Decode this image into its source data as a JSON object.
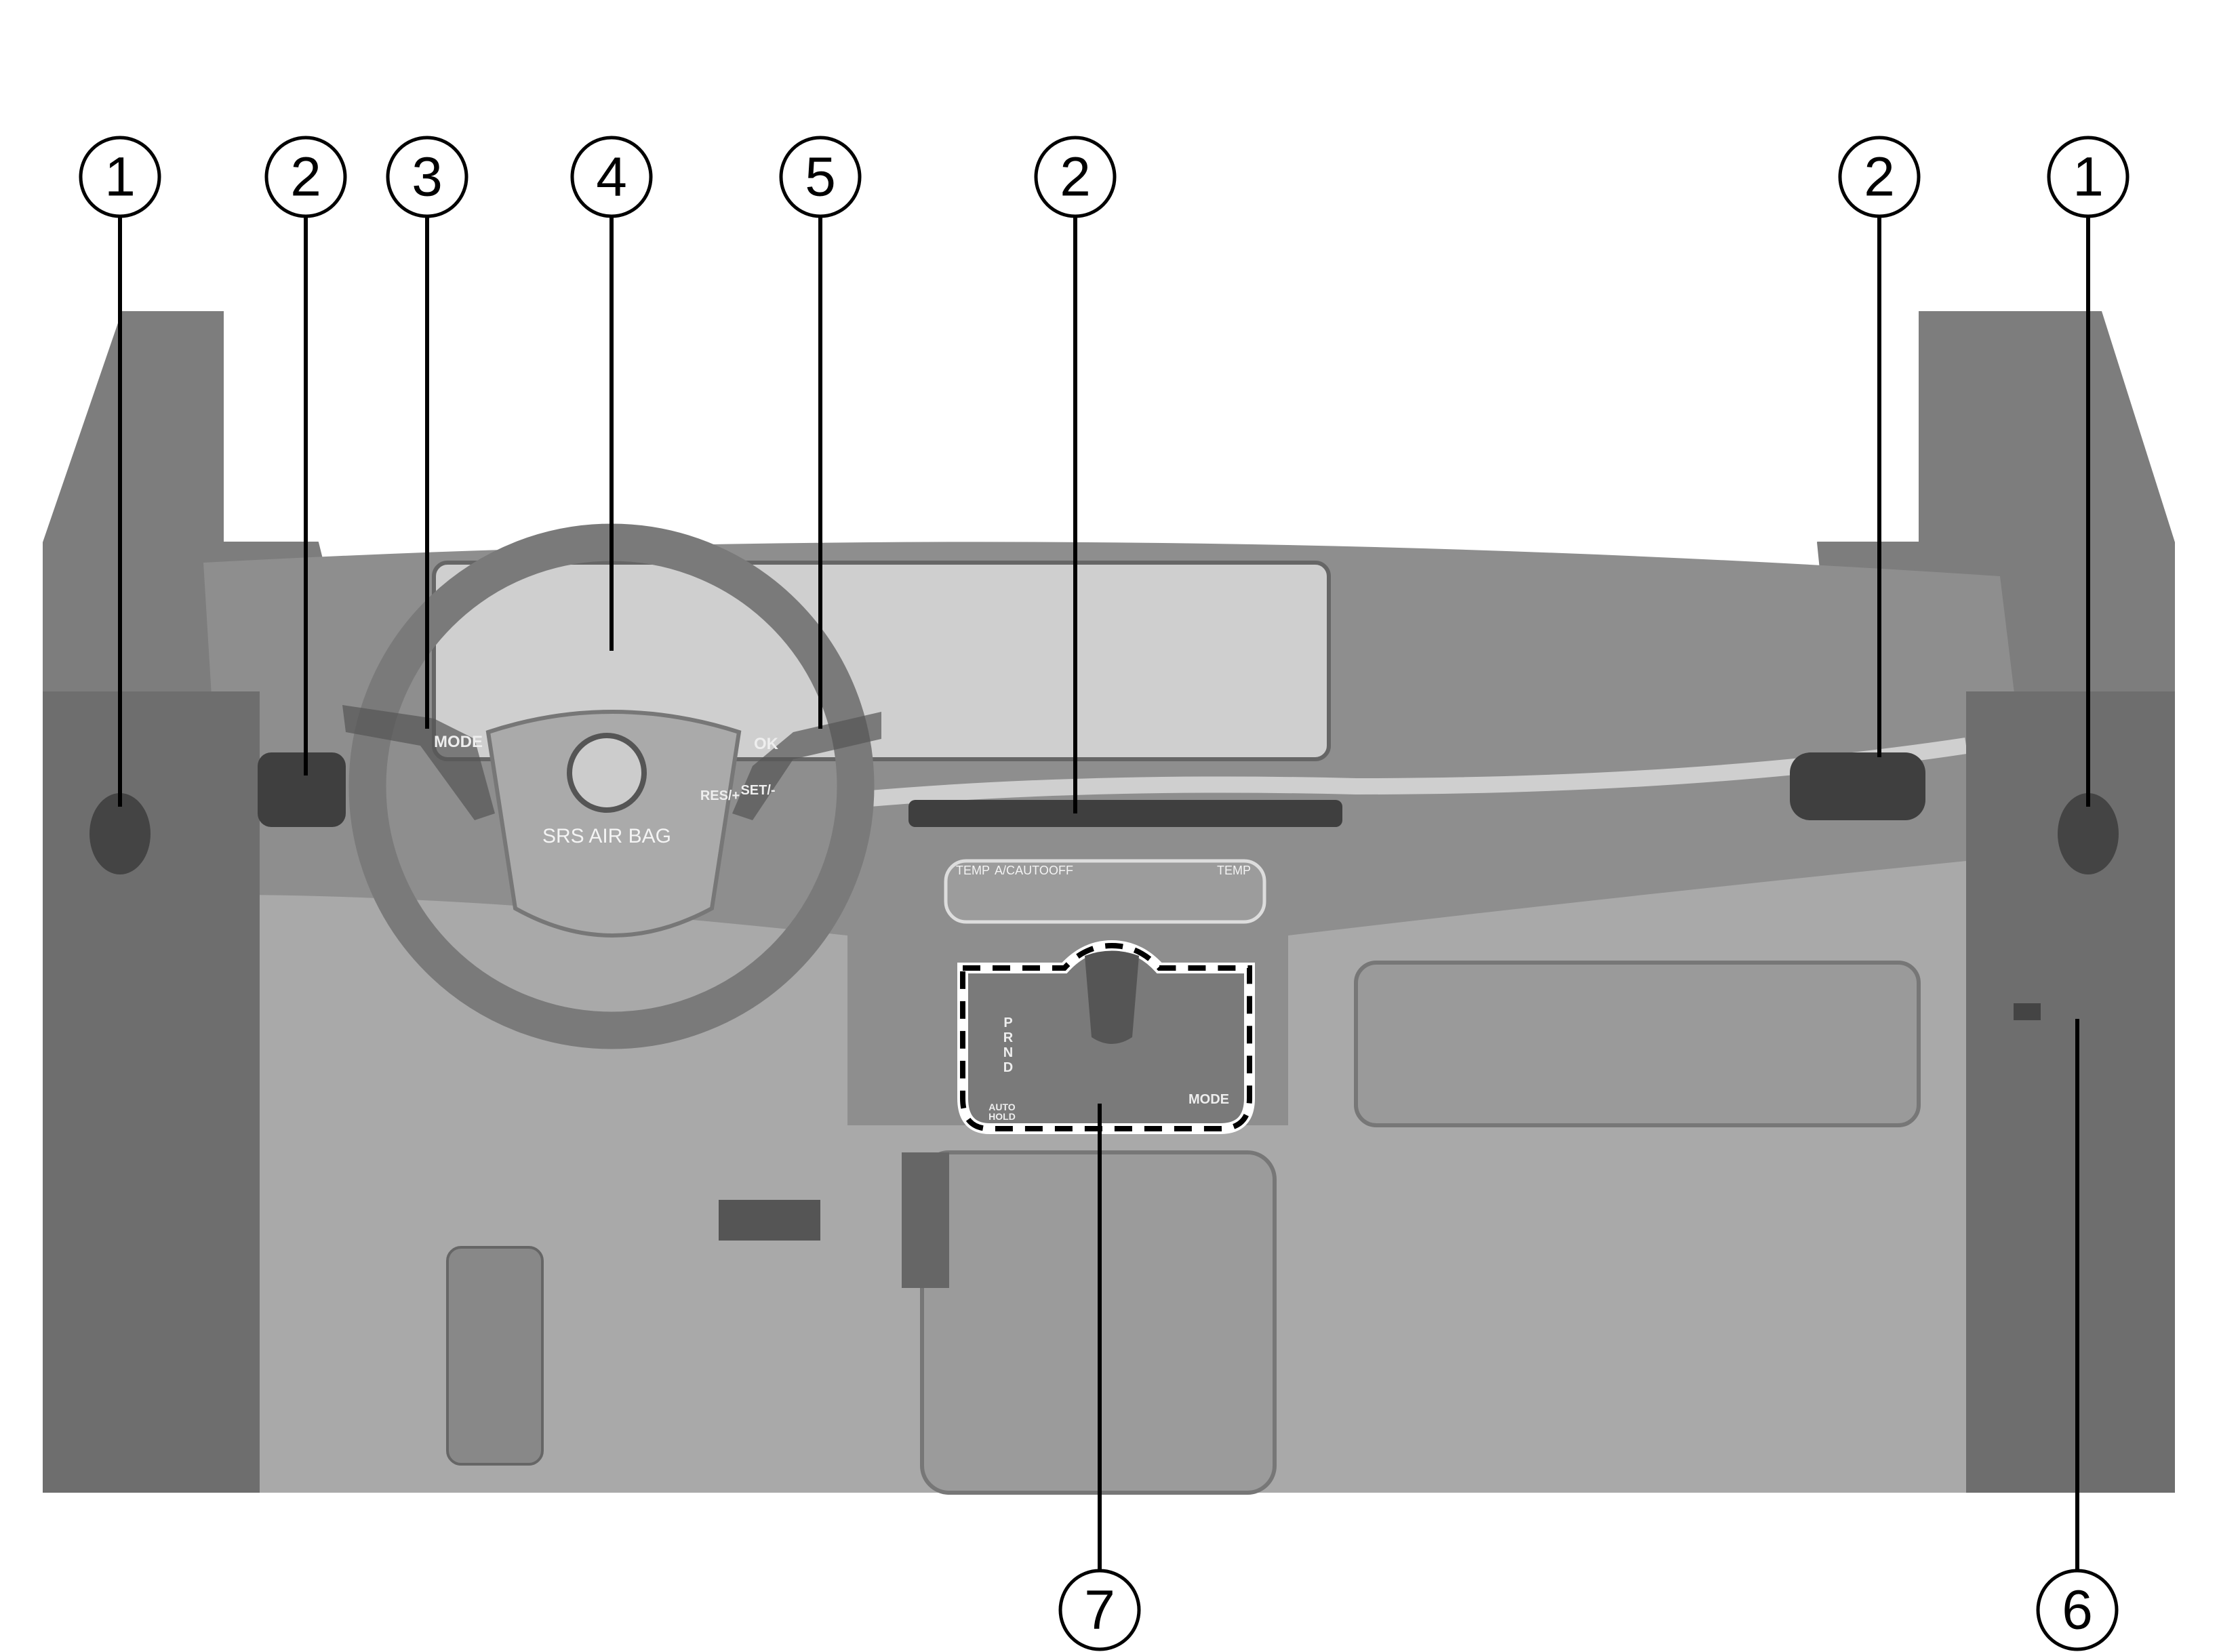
{
  "callouts": [
    {
      "number": "1"
    },
    {
      "number": "2"
    },
    {
      "number": "3"
    },
    {
      "number": "4"
    },
    {
      "number": "5"
    },
    {
      "number": "2"
    },
    {
      "number": "2"
    },
    {
      "number": "1"
    },
    {
      "number": "7"
    },
    {
      "number": "6"
    }
  ],
  "steering_wheel": {
    "airbag_label": "SRS AIR BAG",
    "left_mode": "MODE",
    "right_ok": "OK",
    "res": "RES/+",
    "set": "SET/-"
  },
  "climate_panel": {
    "buttons": [
      "TEMP",
      "A/C",
      "AUTO",
      "OFF",
      "TEMP"
    ]
  },
  "console": {
    "gears": [
      "P",
      "R",
      "N",
      "D"
    ],
    "auto_hold": [
      "AUTO",
      "HOLD"
    ],
    "mode": "MODE"
  }
}
